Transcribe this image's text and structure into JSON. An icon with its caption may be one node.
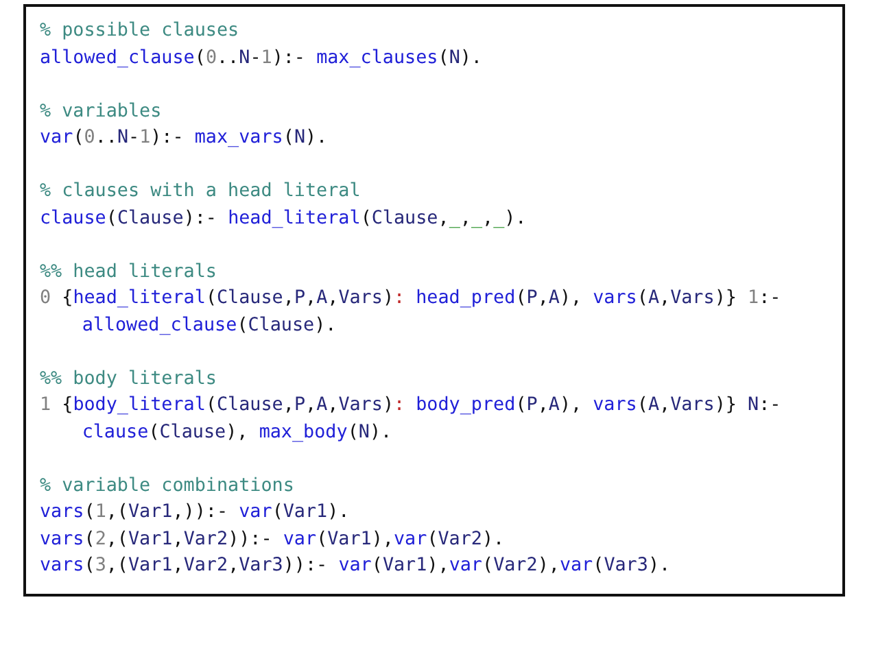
{
  "diagram": {
    "nodes": [
      {
        "text": [
          "% possible clauses",
          "allowed_clause(0..N-1):- max_clauses(N).",
          "% variables",
          "var(0..N-1):- max_vars(N).",
          "% clauses with a head literal",
          "clause(Clause):- head_literal(Clause,_,_,_).",
          "%% head literals",
          "0 {head_literal(Clause,P,A,Vars): head_pred(P,A), vars(A,Vars)} 1:- allowed_clause(Clause).",
          "%% body literals",
          "1 {body_literal(Clause,P,A,Vars): body_pred(P,A), vars(A,Vars)} N:- clause(Clause), max_body(N).",
          "% variable combinations",
          "vars(1,(Var1,)):- var(Var1).",
          "vars(2,(Var1,Var2)):- var(Var1),var(Var2).",
          "vars(3,(Var1,Var2,Var3)):- var(Var1),var(Var2),var(Var3)."
        ]
      }
    ]
  }
}
